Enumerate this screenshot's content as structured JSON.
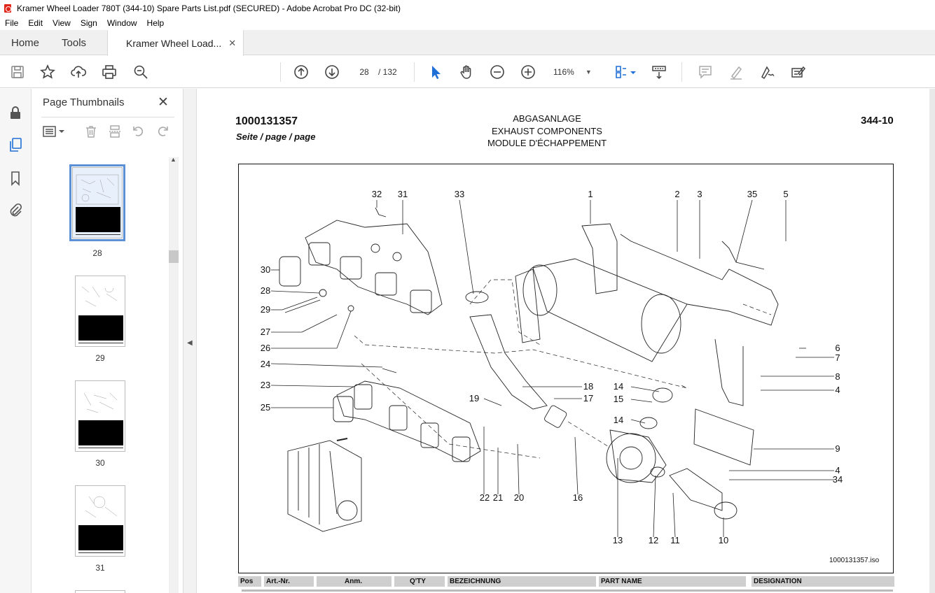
{
  "window": {
    "title": "Kramer Wheel Loader 780T (344-10) Spare Parts List.pdf (SECURED) - Adobe Acrobat Pro DC (32-bit)"
  },
  "menu": [
    "File",
    "Edit",
    "View",
    "Sign",
    "Window",
    "Help"
  ],
  "tabs": {
    "home": "Home",
    "tools": "Tools",
    "document": "Kramer Wheel Load...",
    "close": "✕"
  },
  "toolbar": {
    "current_page": "28",
    "total_pages": "/ 132",
    "zoom": "116%"
  },
  "thumbnails": {
    "title": "Page Thumbnails",
    "close": "✕",
    "pages": [
      {
        "label": "28",
        "selected": true
      },
      {
        "label": "29",
        "selected": false
      },
      {
        "label": "30",
        "selected": false
      },
      {
        "label": "31",
        "selected": false
      }
    ]
  },
  "document": {
    "doc_number": "1000131357",
    "seite": "Seite / page / page",
    "heading_de": "ABGASANLAGE",
    "heading_en": "EXHAUST COMPONENTS",
    "heading_fr": "MODULE D'ÉCHAPPEMENT",
    "group": "344-10",
    "iso_file": "1000131357.iso",
    "callouts": [
      "32",
      "31",
      "33",
      "1",
      "2",
      "3",
      "35",
      "5",
      "30",
      "28",
      "29",
      "27",
      "26",
      "24",
      "23",
      "25",
      "6",
      "7",
      "8",
      "4",
      "19",
      "18",
      "17",
      "14",
      "15",
      "14",
      "9",
      "4",
      "34",
      "22",
      "21",
      "20",
      "16",
      "13",
      "12",
      "11",
      "10"
    ],
    "table_headers": {
      "pos": "Pos",
      "art": "Art.-Nr.",
      "anm": "Anm.",
      "qty": "Q'TY",
      "bez": "BEZEICHNUNG",
      "part": "PART NAME",
      "des": "DESIGNATION"
    }
  },
  "colors": {
    "selection": "#5b8fd6",
    "cursor_blue": "#1f6fd6"
  }
}
